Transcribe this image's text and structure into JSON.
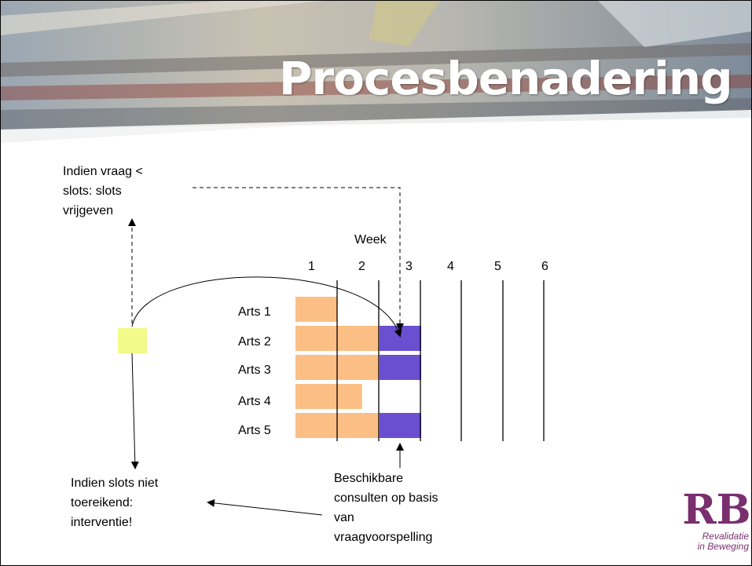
{
  "title": "Procesbenadering",
  "note_top": [
    "Indien vraag <",
    "slots: slots",
    "vrijgeven"
  ],
  "note_bottom": [
    "Indien slots niet",
    "toereikend:",
    "interventie!"
  ],
  "note_right": [
    "Beschikbare",
    "consulten op basis",
    "van",
    "vraagvoorspelling"
  ],
  "week_label": "Week",
  "weeks": [
    "1",
    "2",
    "3",
    "4",
    "5",
    "6"
  ],
  "doctors": [
    "Arts 1",
    "Arts 2",
    "Arts 3",
    "Arts 4",
    "Arts 5"
  ],
  "booked_weeks": [
    1,
    2,
    2,
    1.6,
    2
  ],
  "forecast_week3": [
    false,
    true,
    true,
    false,
    true
  ],
  "colors": {
    "booked": "#fbbf85",
    "forecast": "#6a4fd0",
    "request": "#f2fa8a",
    "logo": "#7a2f6e"
  },
  "logo": {
    "mark": "RB",
    "line1": "Revalidatie",
    "line2": "in Beweging"
  }
}
